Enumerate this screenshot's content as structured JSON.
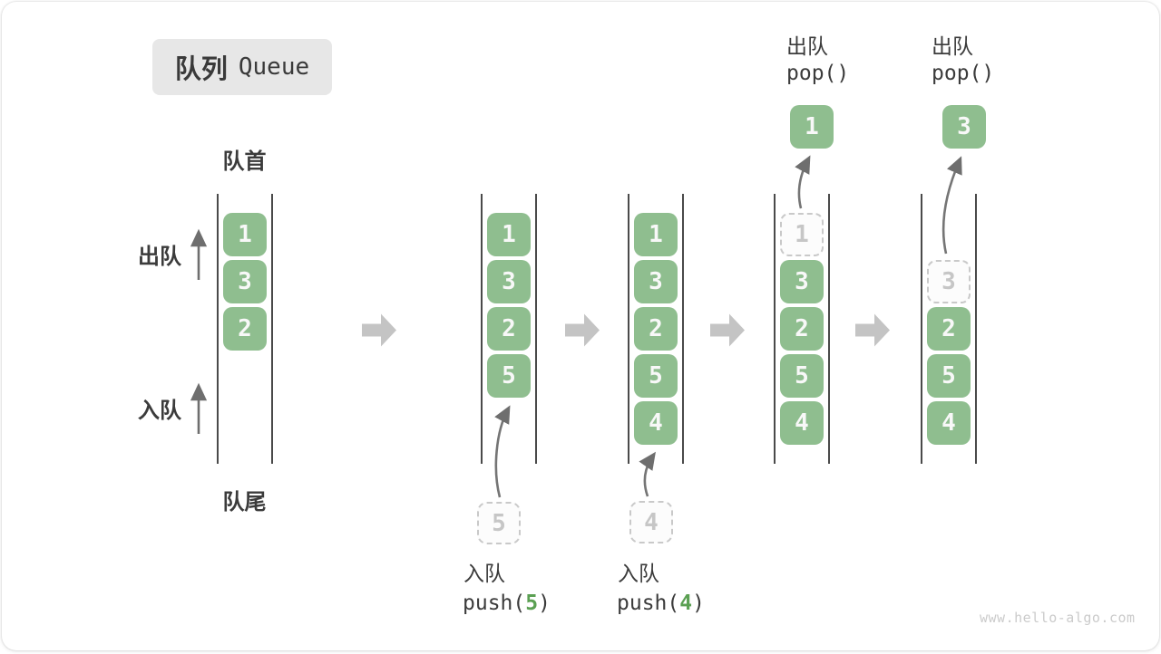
{
  "title": {
    "zh": "队列",
    "en": "Queue"
  },
  "side_labels": {
    "front": "队首",
    "rear": "队尾",
    "dequeue": "出队",
    "enqueue": "入队"
  },
  "operations": {
    "push5": {
      "label": "入队",
      "code_pre": "push(",
      "arg": "5",
      "code_post": ")"
    },
    "push4": {
      "label": "入队",
      "code_pre": "push(",
      "arg": "4",
      "code_post": ")"
    },
    "pop1": {
      "label": "出队",
      "code": "pop()"
    },
    "pop2": {
      "label": "出队",
      "code": "pop()"
    }
  },
  "queue_states": {
    "state1": {
      "cells": [
        "1",
        "3",
        "2"
      ]
    },
    "state2": {
      "cells": [
        "1",
        "3",
        "2",
        "5"
      ],
      "incoming": "5"
    },
    "state3": {
      "cells": [
        "1",
        "3",
        "2",
        "5",
        "4"
      ],
      "incoming": "4"
    },
    "state4": {
      "ghost": "1",
      "cells": [
        "3",
        "2",
        "5",
        "4"
      ],
      "popped": "1"
    },
    "state5": {
      "ghost": "3",
      "cells": [
        "2",
        "5",
        "4"
      ],
      "popped": "3"
    }
  },
  "watermark": "www.hello-algo.com",
  "colors": {
    "cell_green": "#8FBE8F",
    "accent_green": "#5BA053",
    "block_arrow_gray": "#C4C4C4",
    "container_line": "#4A4A4A",
    "arrow_stroke": "#757575",
    "ghost_gray": "#C9C9C9",
    "text_dark": "#3B3B3B",
    "title_bg": "#E7E7E7",
    "watermark_gray": "#CBCBCB"
  }
}
